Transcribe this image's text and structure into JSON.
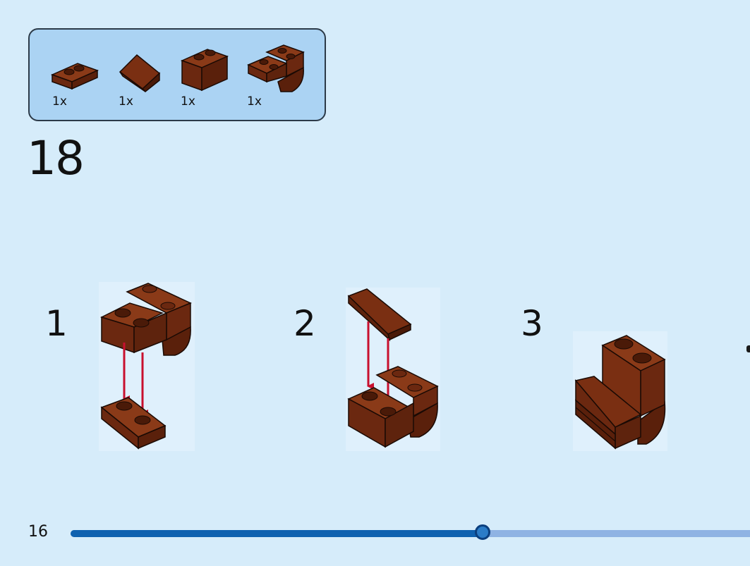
{
  "parts_list": {
    "items": [
      {
        "name": "plate-1x2",
        "quantity": "1x"
      },
      {
        "name": "slope-1x2",
        "quantity": "1x"
      },
      {
        "name": "brick-1x2",
        "quantity": "1x"
      },
      {
        "name": "curved-brick-2x2",
        "quantity": "1x"
      }
    ]
  },
  "step": {
    "number": "18",
    "substeps": [
      {
        "label": "1"
      },
      {
        "label": "2"
      },
      {
        "label": "3"
      }
    ]
  },
  "footer": {
    "page_number": "16",
    "progress_percent": 60.6
  },
  "colors": {
    "background": "#d6ecfa",
    "parts_box": "#abd3f3",
    "brick": "#7a2f12",
    "brick_dark": "#5e230d",
    "arrow": "#c8102e",
    "progress_fill": "#0f62b0",
    "progress_track": "#8fb3e3"
  }
}
